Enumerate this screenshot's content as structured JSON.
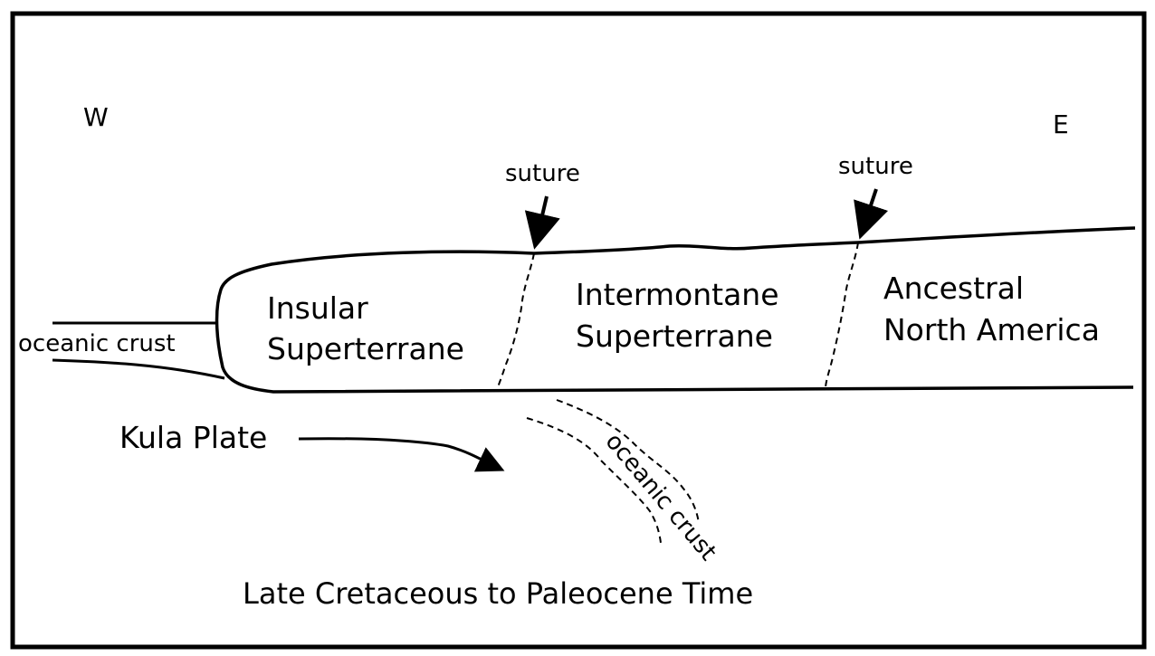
{
  "diagram": {
    "directions": {
      "west": "W",
      "east": "E"
    },
    "sutures": [
      "suture",
      "suture"
    ],
    "terranes": [
      {
        "line1": "Insular",
        "line2": "Superterrane"
      },
      {
        "line1": "Intermontane",
        "line2": "Superterrane"
      },
      {
        "line1": "Ancestral",
        "line2": "North America"
      }
    ],
    "oceanic_crust_left": "oceanic crust",
    "oceanic_crust_subducting": "oceanic crust",
    "plate_label": "Kula Plate",
    "caption": "Late Cretaceous to Paleocene Time"
  },
  "colors": {
    "ink": "#000000",
    "background": "#ffffff"
  }
}
